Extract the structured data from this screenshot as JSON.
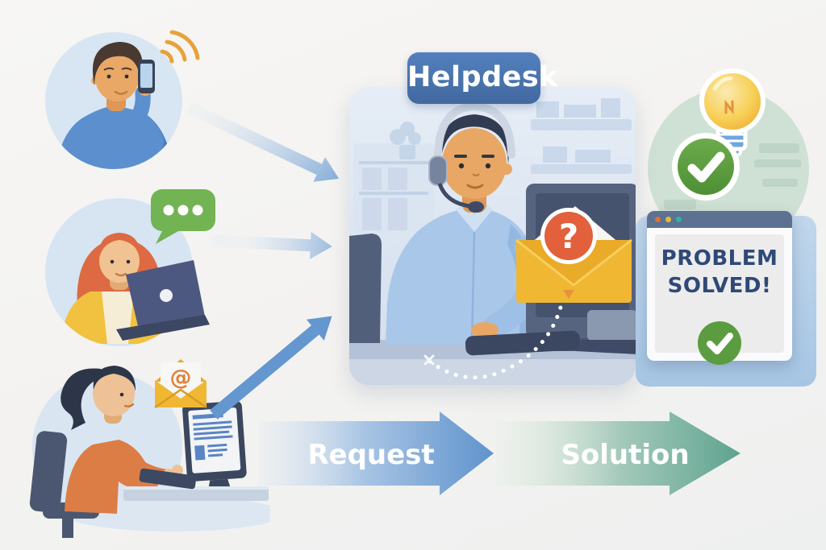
{
  "scene": {
    "title": "Helpdesk support request and solution flow"
  },
  "helpdesk": {
    "label": "Helpdesk"
  },
  "flow_arrows": {
    "request": "Request",
    "solution": "Solution"
  },
  "solved_window": {
    "text": "PROBLEM SOLVED!"
  },
  "glyphs": {
    "question_mark": "?",
    "at_sign": "@"
  },
  "channels": [
    {
      "id": "phone-call"
    },
    {
      "id": "live-chat"
    },
    {
      "id": "email"
    }
  ],
  "colors": {
    "helpdesk_blue": "#4a76b6",
    "request_arrow_blue": "#5f93cd",
    "solution_arrow_teal": "#5fa38f",
    "success_green": "#5b9c40",
    "alert_orange": "#e2603c",
    "envelope_yellow": "#f0b733",
    "chat_bubble_green": "#72b353",
    "bulb_yellow": "#f3c24a",
    "window_titlebar": "#5d7191",
    "solved_text_navy": "#2f4977"
  }
}
